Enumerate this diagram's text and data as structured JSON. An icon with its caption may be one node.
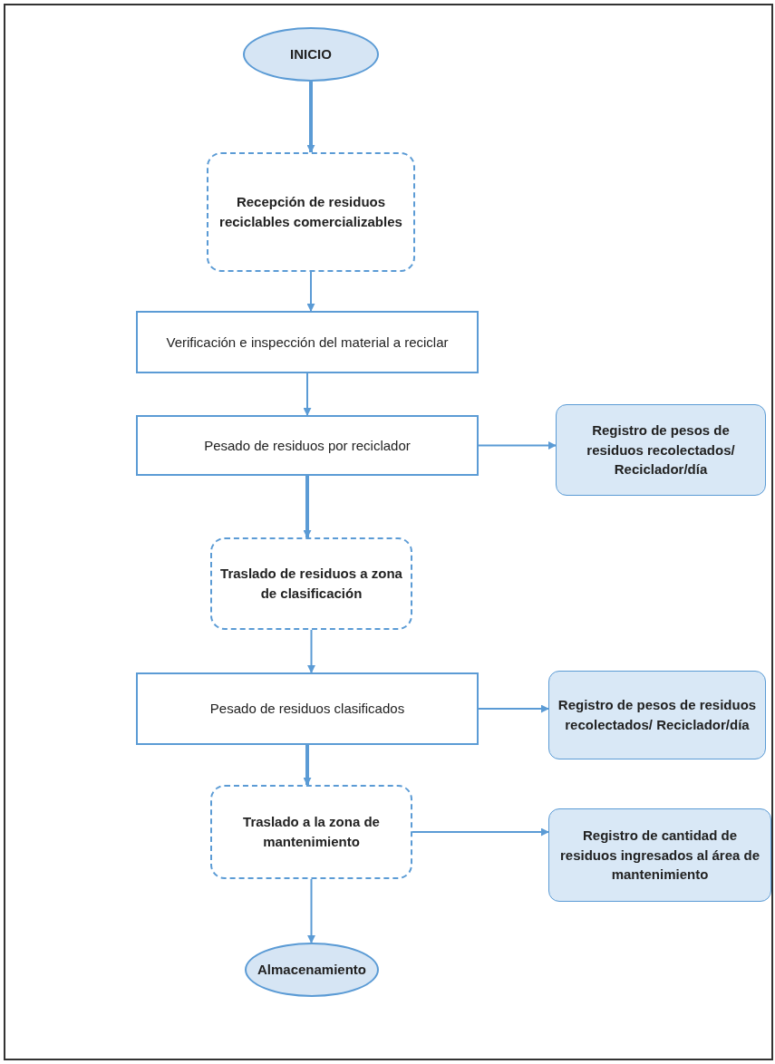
{
  "diagram": {
    "nodes": [
      {
        "text": [
          "INICIO"
        ]
      },
      {
        "text": [
          "Recepción de residuos reciclables comercializables"
        ]
      },
      {
        "text": [
          "Verificación e inspección del material a reciclar"
        ]
      },
      {
        "text": [
          "Pesado de residuos por reciclador"
        ]
      },
      {
        "text": [
          "Registro de pesos de residuos recolectados/ Reciclador/día"
        ]
      },
      {
        "text": [
          "Traslado de residuos a zona de clasificación"
        ]
      },
      {
        "text": [
          "Pesado de residuos clasificados"
        ]
      },
      {
        "text": [
          "Registro de pesos de residuos recolectados/ Reciclador/día"
        ]
      },
      {
        "text": [
          "Traslado a la zona de mantenimiento"
        ]
      },
      {
        "text": [
          "Registro de cantidad de residuos ingresados al área de mantenimiento"
        ]
      },
      {
        "text": [
          "Almacenamiento"
        ]
      }
    ],
    "edges": [
      {
        "from": 0,
        "to": 1,
        "arrow": "to",
        "style": "thick"
      },
      {
        "from": 1,
        "to": 2,
        "arrow": "to"
      },
      {
        "from": 2,
        "to": 3,
        "arrow": "to"
      },
      {
        "from": 3,
        "to": 4,
        "arrow": "to"
      },
      {
        "from": 3,
        "to": 5,
        "arrow": "to",
        "style": "thick"
      },
      {
        "from": 5,
        "to": 6,
        "arrow": "to"
      },
      {
        "from": 6,
        "to": 7,
        "arrow": "to"
      },
      {
        "from": 6,
        "to": 8,
        "arrow": "to",
        "style": "thick"
      },
      {
        "from": 8,
        "to": 9,
        "arrow": "to"
      },
      {
        "from": 8,
        "to": 10,
        "arrow": "to"
      }
    ]
  }
}
